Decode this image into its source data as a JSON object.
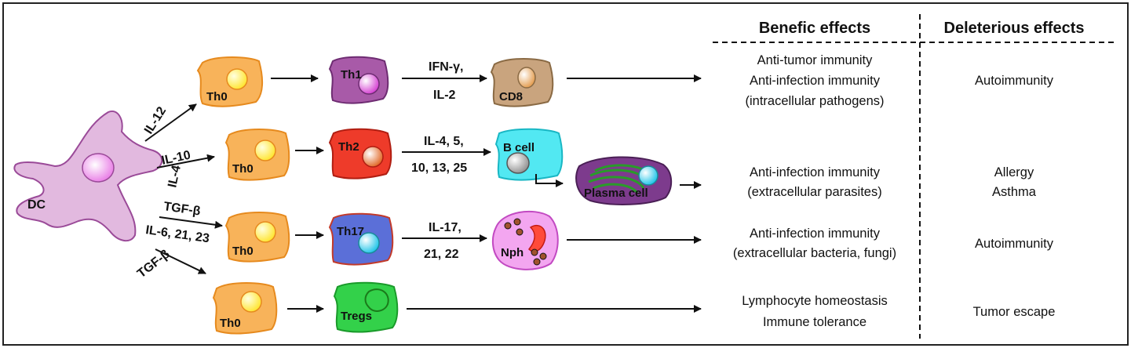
{
  "cells": {
    "dc": "DC",
    "th0": "Th0",
    "th1": "Th1",
    "th2": "Th2",
    "th17": "Th17",
    "tregs": "Tregs",
    "cd8": "CD8",
    "bcell": "B cell",
    "plasma": "Plasma cell",
    "nph": "Nph"
  },
  "cytokines": {
    "il12": "IL-12",
    "il10": "IL-10",
    "il4": "IL-4",
    "tgfb_a": "TGF-β",
    "il6": "IL-6, 21, 23",
    "tgfb_b": "TGF-β",
    "th1_line1": "IFN-γ,",
    "th1_line2": "IL-2",
    "th2_line1": "IL-4, 5,",
    "th2_line2": "10, 13, 25",
    "th17_line1": "IL-17,",
    "th17_line2": "21, 22"
  },
  "table": {
    "benefic_header": "Benefic effects",
    "deleterious_header": "Deleterious effects",
    "row1_benefic": [
      "Anti-tumor immunity",
      "Anti-infection immunity",
      "(intracellular pathogens)"
    ],
    "row1_deleterious": "Autoimmunity",
    "row2_benefic": [
      "Anti-infection immunity",
      "(extracellular parasites)"
    ],
    "row2_deleterious": [
      "Allergy",
      "Asthma"
    ],
    "row3_benefic": [
      "Anti-infection immunity",
      "(extracellular bacteria, fungi)"
    ],
    "row3_deleterious": "Autoimmunity",
    "row4_benefic": [
      "Lymphocyte homeostasis",
      "Immune tolerance"
    ],
    "row4_deleterious": "Tumor escape"
  },
  "colors": {
    "th0_fill": "#f8b35a",
    "th0_stroke": "#e68a1e",
    "th1_fill": "#a85aa8",
    "th1_stroke": "#6e2c72",
    "th2_fill": "#ee3b2a",
    "th2_stroke": "#b01e12",
    "th17_fill": "#5b6fd8",
    "th17_stroke": "#c23a2a",
    "tregs_fill": "#33d14a",
    "tregs_stroke": "#1a9a2a",
    "cd8_fill": "#c9a47e",
    "cd8_stroke": "#8a6a44",
    "bcell_fill": "#52e8f2",
    "bcell_stroke": "#19b7c4",
    "plasma_fill": "#7d3b8d",
    "nph_fill": "#f3a6f0",
    "dc_fill": "#e2b9df"
  }
}
